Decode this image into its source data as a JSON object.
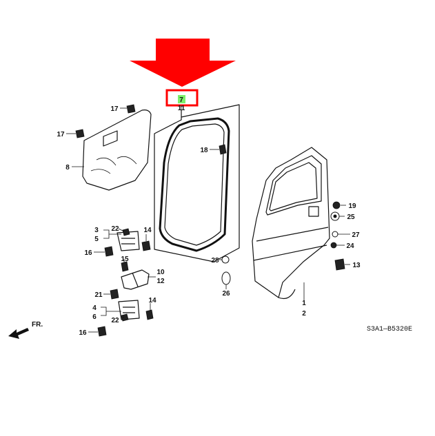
{
  "diagram": {
    "highlight_color": "#ff0000",
    "callout_fill": "#7cf06a",
    "callout_label": "7",
    "parts": [
      {
        "id": "p11",
        "label": "11"
      },
      {
        "id": "p17a",
        "label": "17"
      },
      {
        "id": "p17b",
        "label": "17"
      },
      {
        "id": "p8",
        "label": "8"
      },
      {
        "id": "p18",
        "label": "18"
      },
      {
        "id": "p19",
        "label": "19"
      },
      {
        "id": "p25",
        "label": "25"
      },
      {
        "id": "p27",
        "label": "27"
      },
      {
        "id": "p24",
        "label": "24"
      },
      {
        "id": "p13",
        "label": "13"
      },
      {
        "id": "p3",
        "label": "3"
      },
      {
        "id": "p22a",
        "label": "22"
      },
      {
        "id": "p5",
        "label": "5"
      },
      {
        "id": "p14a",
        "label": "14"
      },
      {
        "id": "p16a",
        "label": "16"
      },
      {
        "id": "p15",
        "label": "15"
      },
      {
        "id": "p10",
        "label": "10"
      },
      {
        "id": "p12",
        "label": "12"
      },
      {
        "id": "p21",
        "label": "21"
      },
      {
        "id": "p4",
        "label": "4"
      },
      {
        "id": "p6",
        "label": "6"
      },
      {
        "id": "p22b",
        "label": "22"
      },
      {
        "id": "p14b",
        "label": "14"
      },
      {
        "id": "p16b",
        "label": "16"
      },
      {
        "id": "p28",
        "label": "28"
      },
      {
        "id": "p26",
        "label": "26"
      },
      {
        "id": "p1",
        "label": "1"
      },
      {
        "id": "p2",
        "label": "2"
      }
    ],
    "fr_label": "FR.",
    "drawing_code": "S3A1—B5320E"
  }
}
